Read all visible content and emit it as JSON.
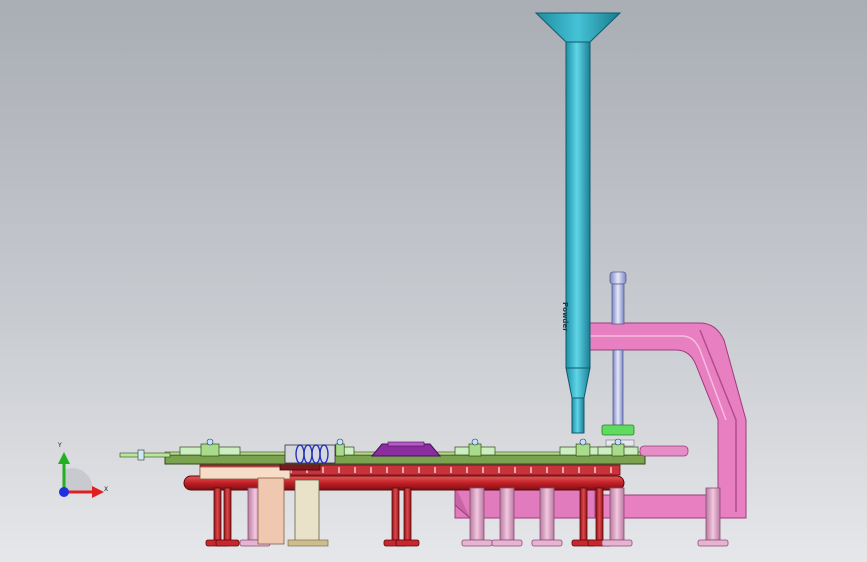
{
  "viewport": {
    "background_top": "#a9adb4",
    "background_bottom": "#e6e7ea"
  },
  "model": {
    "tube_label": "Powder",
    "colors": {
      "funnel": "#2ea3b8",
      "tube": "#3bbcd2",
      "frame": "#e77fc1",
      "frame_dark": "#b24d8f",
      "rail": "#c8282d",
      "legs": "#d9a3c3",
      "deck": "#7aa24f",
      "bowl": "#8a2d9e"
    }
  },
  "triad": {
    "x_label": "X",
    "y_label": "Y",
    "x_color": "#e02020",
    "y_color": "#20b020",
    "z_color": "#2030e0"
  }
}
